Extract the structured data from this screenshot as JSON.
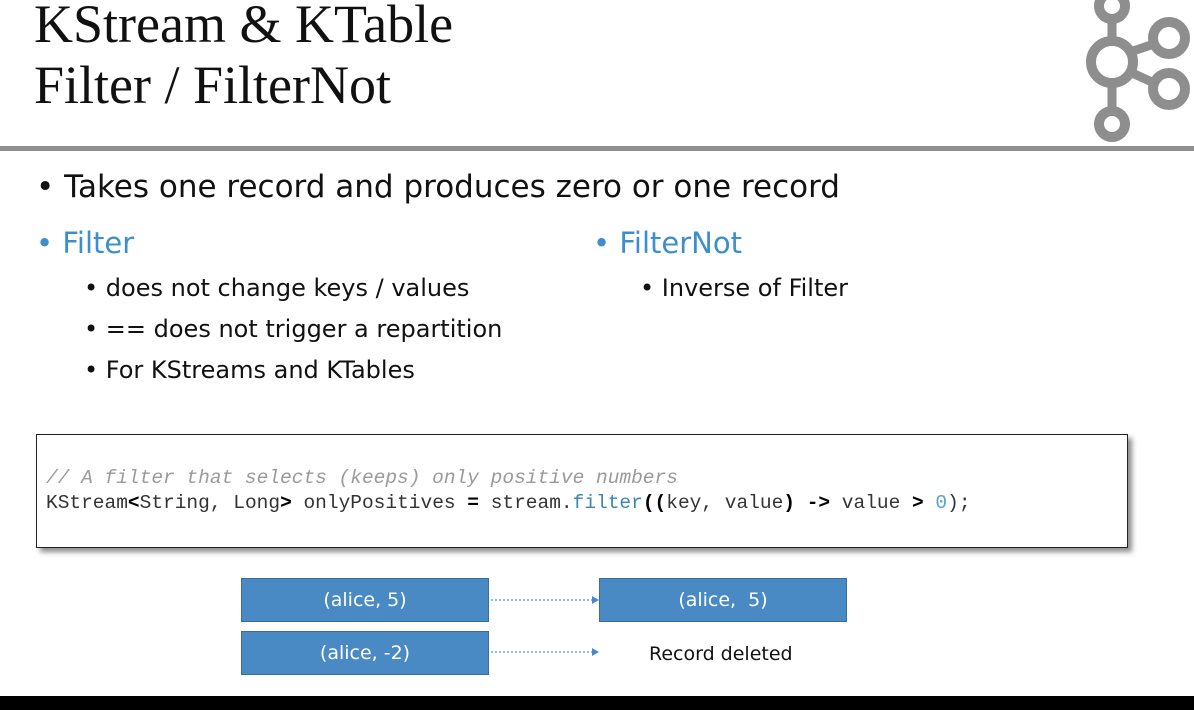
{
  "slide": {
    "title_line1": "KStream & KTable",
    "title_line2": "Filter / FilterNot",
    "logo_icon": "kafka-logo-icon",
    "accent_color": "#3d8fcb",
    "main_bullet": "• Takes one record and produces zero or one record",
    "filter": {
      "heading": "• Filter",
      "items": [
        "• does not change keys / values",
        "• == does not trigger a repartition",
        "• For KStreams and KTables"
      ]
    },
    "filternot": {
      "heading": "• FilterNot",
      "items": [
        "• Inverse of Filter"
      ]
    }
  },
  "code": {
    "comment": "// A filter that selects (keeps) only positive numbers",
    "line2": {
      "p1": "KStream",
      "p2": "<",
      "p3": "String, Long",
      "p4": ">",
      "p5": " onlyPositives ",
      "p6": "=",
      "p7": " stream.",
      "p8": "filter",
      "p9": "((",
      "p10": "key, value",
      "p11": ")",
      "p12": " ",
      "p13": "->",
      "p14": " value ",
      "p15": ">",
      "p16": " ",
      "p17": "0",
      "p18": ");"
    }
  },
  "diagram": {
    "row1": {
      "input": "(alice, 5)",
      "output": "(alice,  5)"
    },
    "row2": {
      "input": "(alice, -2)",
      "output_text": "Record deleted"
    },
    "box_color": "#4a8ac4"
  }
}
